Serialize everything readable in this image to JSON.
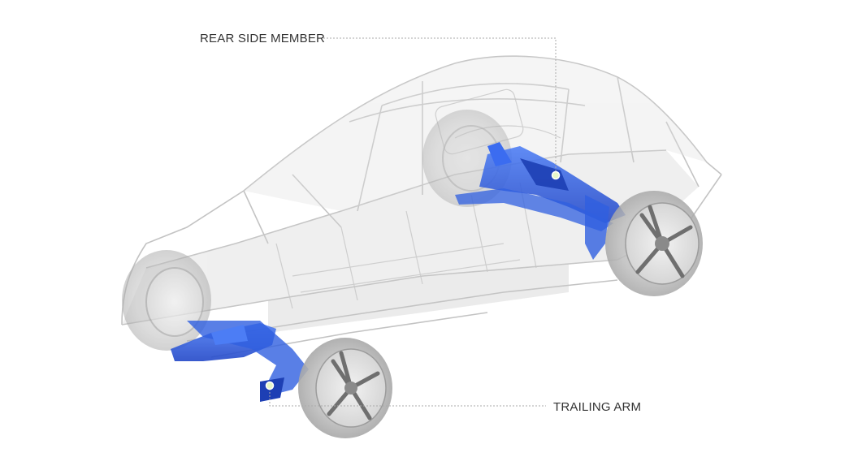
{
  "callouts": [
    {
      "id": "rear-side-member",
      "label": "REAR SIDE MEMBER"
    },
    {
      "id": "trailing-arm",
      "label": "TRAILING ARM"
    }
  ],
  "colors": {
    "highlight": "#2f5fe0",
    "highlight_dark": "#1d3fb4",
    "body_gray": "#9a9a9a",
    "leader": "#aaaaaa",
    "marker_fill": "#e8f7c8",
    "text": "#333333"
  }
}
